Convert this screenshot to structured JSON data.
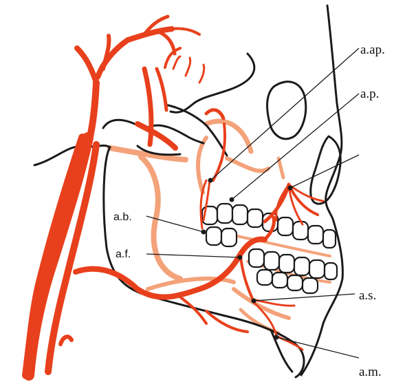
{
  "labels": {
    "aap": "a.ap.",
    "ap": "a.p.",
    "ab": "a.b.",
    "af": "a.f.",
    "as": "a.s.",
    "am": "a.m."
  },
  "colors": {
    "artery": "#e8401c",
    "artery_pale": "#f4a27a",
    "outline": "#1a1a1a",
    "background": "#ffffff"
  }
}
